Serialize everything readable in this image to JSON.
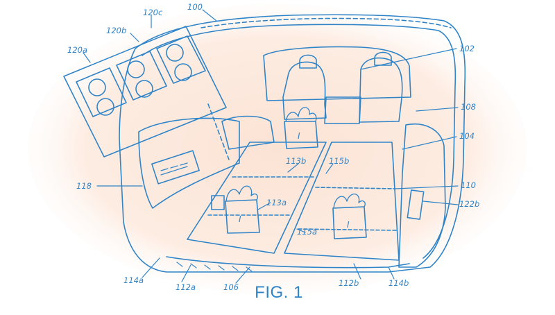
{
  "figure": {
    "caption": "FIG. 1",
    "ink_color": "#2f84c8",
    "background_tint": "#fbe3d4",
    "reference_labels": [
      {
        "id": "ref-100",
        "text": "100"
      },
      {
        "id": "ref-120c",
        "text": "120c"
      },
      {
        "id": "ref-120b",
        "text": "120b"
      },
      {
        "id": "ref-120a",
        "text": "120a"
      },
      {
        "id": "ref-102",
        "text": "102"
      },
      {
        "id": "ref-108",
        "text": "108"
      },
      {
        "id": "ref-104",
        "text": "104"
      },
      {
        "id": "ref-113b",
        "text": "113b"
      },
      {
        "id": "ref-115b",
        "text": "115b"
      },
      {
        "id": "ref-118",
        "text": "118"
      },
      {
        "id": "ref-110",
        "text": "110"
      },
      {
        "id": "ref-113a",
        "text": "113a"
      },
      {
        "id": "ref-122b",
        "text": "122b"
      },
      {
        "id": "ref-115a",
        "text": "115a"
      },
      {
        "id": "ref-114a",
        "text": "114a"
      },
      {
        "id": "ref-112a",
        "text": "112a"
      },
      {
        "id": "ref-106",
        "text": "106"
      },
      {
        "id": "ref-112b",
        "text": "112b"
      },
      {
        "id": "ref-114b",
        "text": "114b"
      }
    ],
    "bag_marks": [
      "I",
      "I",
      "I"
    ]
  }
}
